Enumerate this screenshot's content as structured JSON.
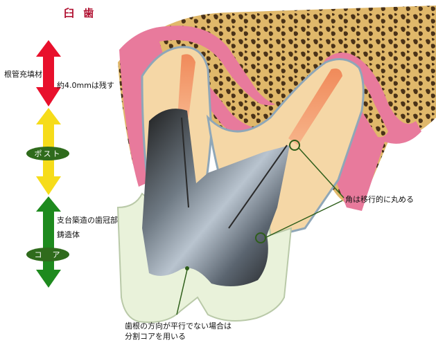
{
  "title": "臼 歯",
  "scale": {
    "red_label": "根管充填材",
    "red_sublabel": "約4.0mmは残す",
    "yellow_badge": "ポスト",
    "green_label1": "支台築造の歯冠部",
    "green_label2": "鋳造体",
    "green_badge": "コ　ア",
    "colors": {
      "red": "#e8102c",
      "yellow": "#f6dc1a",
      "green": "#1e8a1e"
    }
  },
  "annotations": {
    "round_corner": "角は移行的に丸める",
    "bottom_line1": "歯根の方向が平行でない場合は",
    "bottom_line2": "分割コアを用いる"
  }
}
